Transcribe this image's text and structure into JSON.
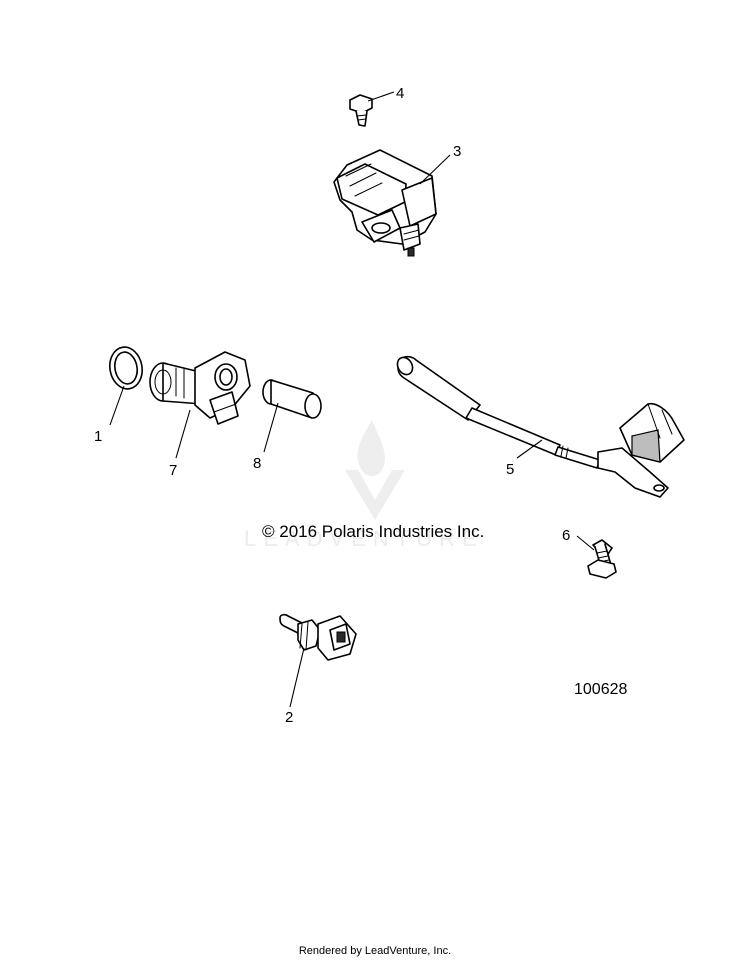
{
  "copyright": "© 2016 Polaris Industries Inc.",
  "diagram_id": "100628",
  "footer": "Rendered by LeadVenture, Inc.",
  "watermark": "LEADVENTURE",
  "callouts": {
    "c1": "1",
    "c2": "2",
    "c3": "3",
    "c4": "4",
    "c5": "5",
    "c6": "6",
    "c7": "7",
    "c8": "8"
  },
  "colors": {
    "ink": "#000000",
    "watermark": "#ececec"
  }
}
